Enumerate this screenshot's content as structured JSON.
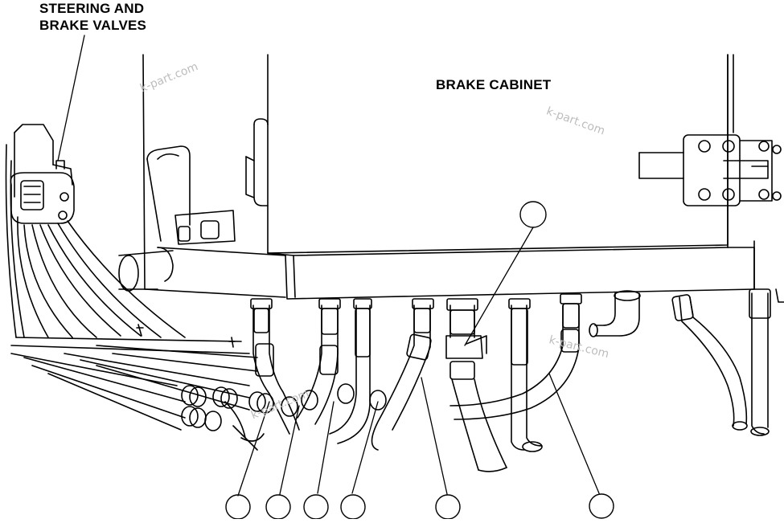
{
  "labels": {
    "steering_line1": "STEERING AND",
    "steering_line2": "BRAKE VALVES",
    "brake_cabinet": "BRAKE CABINET"
  },
  "watermark": "k-part.com",
  "callouts": [
    {
      "id": "c1",
      "label": ""
    },
    {
      "id": "c2",
      "label": ""
    },
    {
      "id": "c3",
      "label": ""
    },
    {
      "id": "c4",
      "label": ""
    },
    {
      "id": "c5",
      "label": ""
    },
    {
      "id": "c6",
      "label": ""
    },
    {
      "id": "c7",
      "label": ""
    }
  ],
  "colors": {
    "line": "#000000",
    "background": "#ffffff",
    "watermark": "#bdbdbd"
  }
}
